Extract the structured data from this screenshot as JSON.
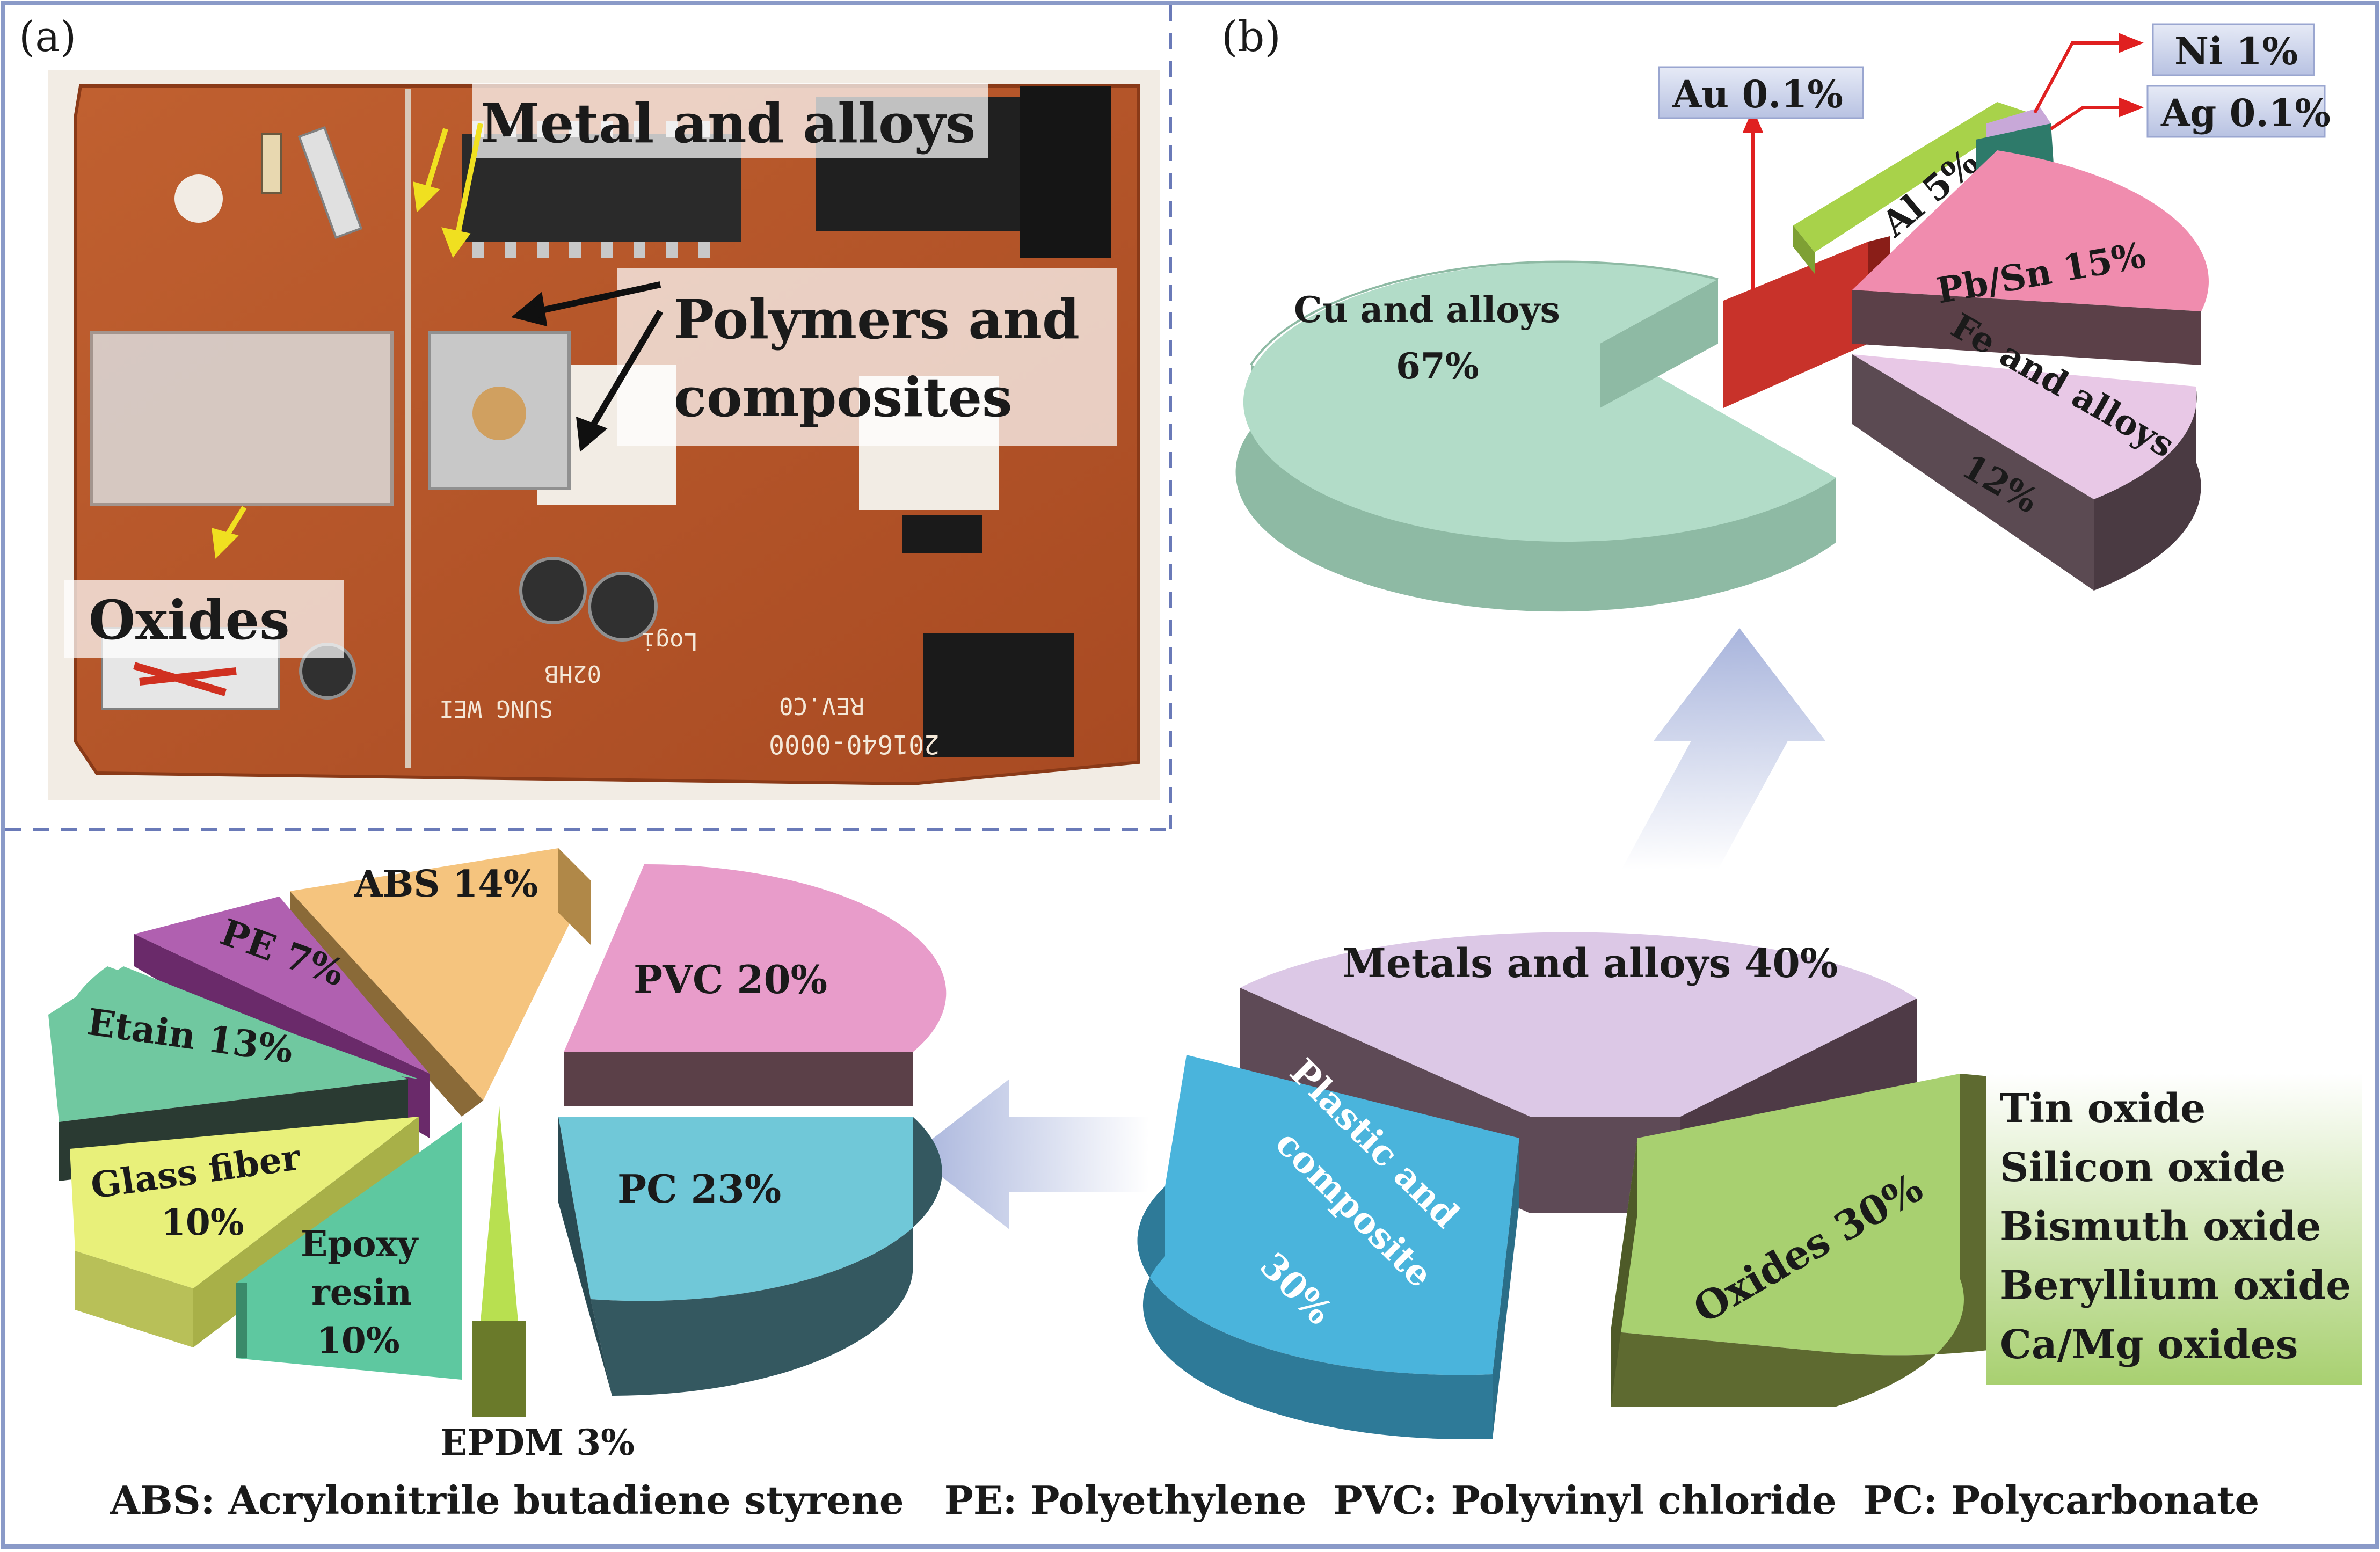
{
  "panels": {
    "a_label": "(a)",
    "b_label": "(b)"
  },
  "photo_labels": {
    "metal": "Metal and alloys",
    "polymers_line1": "Polymers and",
    "polymers_line2": "composites",
    "oxides": "Oxides"
  },
  "board_text": {
    "line1": "201640-0000",
    "line2": "REV.C0",
    "line3": "SUNG WEI",
    "line4": "02HB",
    "line5": "Logi"
  },
  "metals_pie": {
    "cu_line1": "Cu and alloys",
    "cu_line2": "67%",
    "au": "Au 0.1%",
    "al": "Al 5%",
    "ni": "Ni 1%",
    "ag": "Ag 0.1%",
    "pbsn": "Pb/Sn 15%",
    "fe_line1": "Fe and alloys",
    "fe_line2": "12%"
  },
  "main_pie": {
    "metals": "Metals and alloys 40%",
    "plastic_line1": "Plastic and",
    "plastic_line2": "composite",
    "plastic_line3": "30%",
    "oxides": "Oxides 30%"
  },
  "oxide_list": [
    "Tin oxide",
    "Silicon oxide",
    "Bismuth oxide",
    "Beryllium oxide",
    "Ca/Mg oxides"
  ],
  "polymer_pie": {
    "abs": "ABS 14%",
    "pe": "PE 7%",
    "pvc": "PVC 20%",
    "etain": "Etain 13%",
    "glass_line1": "Glass fiber",
    "glass_line2": "10%",
    "epoxy_line1": "Epoxy",
    "epoxy_line2": "resin",
    "epoxy_line3": "10%",
    "pc": "PC 23%",
    "epdm": "EPDM 3%"
  },
  "footnote": "ABS: Acrylonitrile butadiene styrene   PE: Polyethylene  PVC: Polyvinyl chloride  PC: Polycarbonate",
  "colors": {
    "border": "#8a9ac8",
    "cu": "#b2dcc8",
    "cu_side": "#8ebaa4",
    "pb": "#f08cae",
    "pb_side": "#5b4048",
    "fe": "#e8c8e6",
    "fe_side": "#5b4a52",
    "al": "#a8d24a",
    "au": "#c8322a",
    "metals_main": "#dcc8e6",
    "metals_side": "#5e4a56",
    "plastic": "#4ab4dc",
    "plastic_side": "#2e7a98",
    "oxides": "#a8d070",
    "oxides_side": "#5e6a30",
    "abs": "#f5c47e",
    "pe": "#b060b0",
    "pvc": "#e89cca",
    "etain": "#70c8a0",
    "glass": "#e8f07a",
    "epoxy": "#5ec8a0",
    "pc": "#70c8d8",
    "epdm": "#b8e050"
  }
}
